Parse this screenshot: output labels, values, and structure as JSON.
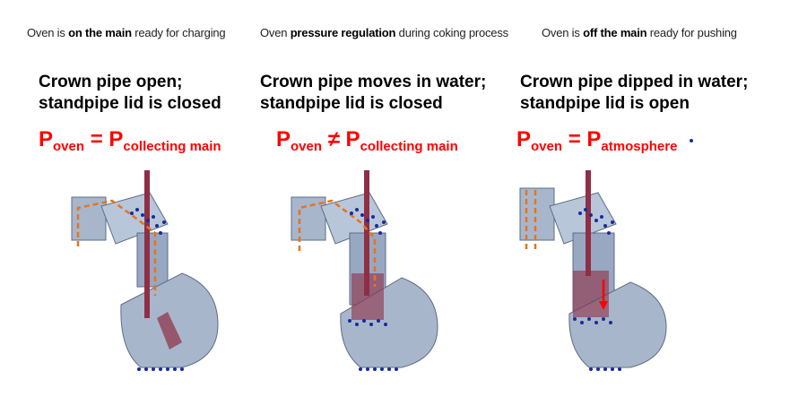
{
  "panels": [
    {
      "caption_pre": "Oven is ",
      "caption_bold": "on the main",
      "caption_post": " ready for charging",
      "heading_line1": "Crown pipe open;",
      "heading_line2": "standpipe lid is closed",
      "formula_p": "P",
      "formula_sub1": "oven",
      "formula_op": " = ",
      "formula_p2": "P",
      "formula_sub2": "collecting main"
    },
    {
      "caption_pre": "Oven ",
      "caption_bold": "pressure regulation",
      "caption_post": " during  coking process",
      "heading_line1": "Crown pipe moves in water;",
      "heading_line2": "standpipe lid is closed",
      "formula_p": "P",
      "formula_sub1": "oven",
      "formula_op": " ≠ ",
      "formula_p2": "P",
      "formula_sub2": "collecting main"
    },
    {
      "caption_pre": "Oven is ",
      "caption_bold": "off the main",
      "caption_post": " ready for pushing",
      "heading_line1": "Crown pipe dipped in water;",
      "heading_line2": "standpipe lid is open",
      "formula_p": "P",
      "formula_sub1": "oven",
      "formula_op": " = ",
      "formula_p2": "P",
      "formula_sub2": "atmosphere"
    }
  ],
  "colors": {
    "formula": "#ff0000",
    "pipe_fill": "#a8b6cc",
    "pipe_stroke": "#5d6d86",
    "crown_pipe": "#8e2f45",
    "flow_arrow": "#e8731a",
    "water_dots": "#1a2a9a"
  }
}
